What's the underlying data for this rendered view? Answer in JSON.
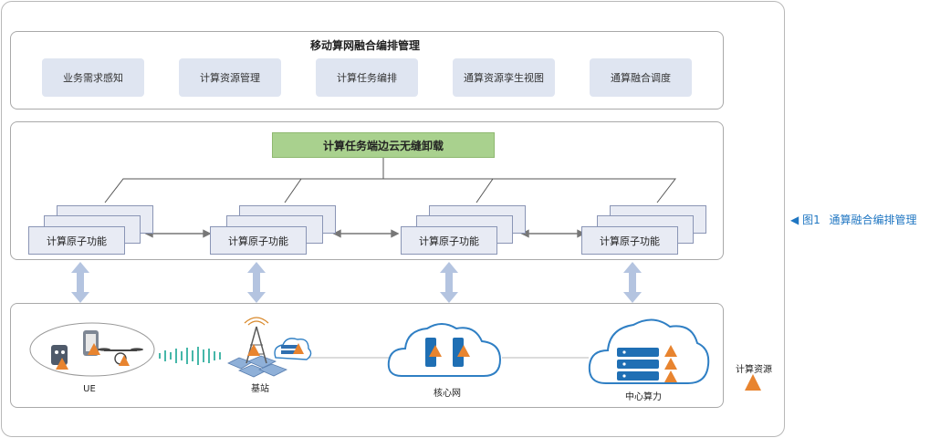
{
  "management": {
    "title": "移动算网融合编排管理",
    "modules": [
      "业务需求感知",
      "计算资源管理",
      "计算任务编排",
      "通算资源孪生视图",
      "通算融合调度"
    ]
  },
  "offload": {
    "title": "计算任务端边云无缝卸载",
    "atomic_label": "计算原子功能"
  },
  "infrastructure": {
    "ue": "UE",
    "base_station": "基站",
    "core_network": "核心网",
    "central_compute": "中心算力"
  },
  "legend": {
    "label": "计算资源",
    "marker_color": "#e8842f"
  },
  "caption": {
    "marker": "◀",
    "figure_number": "图1",
    "text": "通算融合编排管理"
  },
  "colors": {
    "accent_blue": "#1f76c2",
    "module_fill": "#dfe5f1",
    "offload_fill": "#a9d18e",
    "arrow_fill": "#b4c4e0"
  }
}
